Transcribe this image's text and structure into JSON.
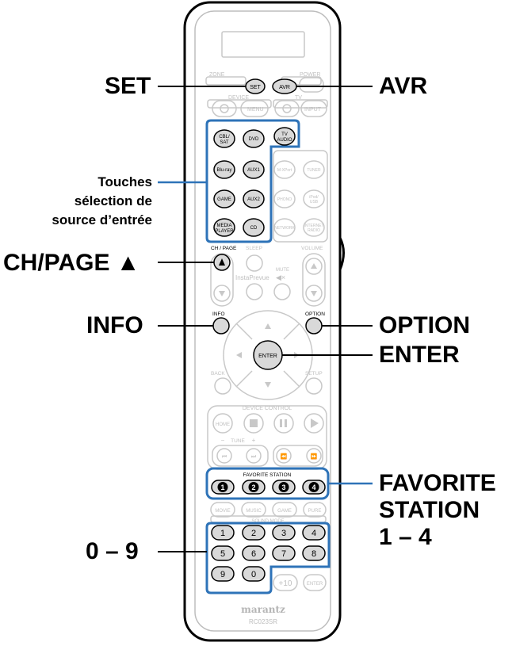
{
  "remote": {
    "brand": "marantz",
    "model": "RC023SR",
    "top_labels": {
      "zone": "ZONE",
      "power": "POWER",
      "device": "DEVICE",
      "tv": "TV"
    },
    "buttons": {
      "set": "SET",
      "avr": "AVR",
      "menu": "MENU",
      "input": "INPUT",
      "cbl_sat": [
        "CBL/",
        "SAT"
      ],
      "dvd": "DVD",
      "tv_audio": [
        "TV",
        "AUDIO"
      ],
      "blu_ray": "Blu-ray",
      "aux1": "AUX1",
      "mxport": "M-XPort",
      "tuner": "TUNER",
      "game": "GAME",
      "aux2": "AUX2",
      "phono": "PHONO",
      "ipod_usb": [
        "iPod/",
        "USB"
      ],
      "media_player": [
        "MEDIA",
        "PLAYER"
      ],
      "cd": "CD",
      "network": "NETWORK",
      "internet_radio": [
        "INTERNET",
        "RADIO"
      ],
      "info": "INFO",
      "option": "OPTION",
      "enter": "ENTER",
      "back": "BACK",
      "setup": "SETUP",
      "home": "HOME",
      "enter_small": "ENTER",
      "plus10": "+10",
      "movie": "MOVIE",
      "music": "MUSIC",
      "game_mode": "GAME",
      "pure": "PURE"
    },
    "labels": {
      "ch_page": "CH / PAGE",
      "sleep": "SLEEP",
      "volume": "VOLUME",
      "mute": "MUTE",
      "insta_prevue": "InstaPrevue",
      "device_control": "DEVICE CONTROL",
      "tune": "TUNE",
      "tune_minus": "−",
      "tune_plus": "+",
      "favorite_station": "FAVORITE STATION",
      "sound_mode": "SOUND MODE"
    },
    "favorites": [
      "1",
      "2",
      "3",
      "4"
    ],
    "numbers": [
      "1",
      "2",
      "3",
      "4",
      "5",
      "6",
      "7",
      "8",
      "9",
      "0"
    ]
  },
  "callouts": {
    "set": "SET",
    "avr": "AVR",
    "source": [
      "Touches",
      "sélection de",
      "source d’entrée"
    ],
    "ch_page": "CH/PAGE ▲",
    "info": "INFO",
    "option": "OPTION",
    "enter": "ENTER",
    "favorite": [
      "FAVORITE",
      "STATION",
      "1 – 4"
    ],
    "numbers": "0 – 9"
  },
  "colors": {
    "highlight": "#2e73b8",
    "button_fill": "#d9d9d9",
    "outline": "#000000",
    "ghost": "#c8c8c8"
  }
}
